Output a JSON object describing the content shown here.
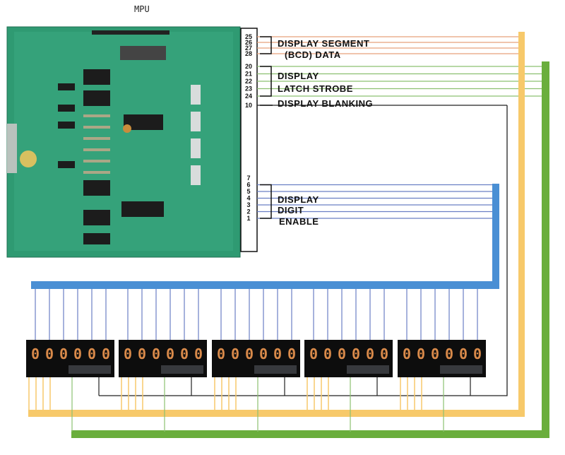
{
  "title": "MPU",
  "colors": {
    "segment_bus": "#f7c96a",
    "segment_wire": "#e8a07a",
    "latch_bus": "#6aae3c",
    "latch_wire": "#8cc070",
    "digit_bus": "#4a8fd4",
    "digit_wire": "#6a7fc4",
    "blanking_wire": "#222222",
    "pcb": "#2f9a72"
  },
  "connector": {
    "groups": [
      {
        "name": "display-segment-bcd-data",
        "pins": [
          "25",
          "26",
          "27",
          "28"
        ],
        "label_lines": [
          "DISPLAY SEGMENT",
          "(BCD) DATA"
        ]
      },
      {
        "name": "display-latch-strobe",
        "pins": [
          "20",
          "21",
          "22",
          "23",
          "24"
        ],
        "label_lines": [
          "DISPLAY",
          "LATCH STROBE"
        ]
      },
      {
        "name": "display-blanking",
        "pins": [
          "10"
        ],
        "label_lines": [
          "DISPLAY BLANKING"
        ]
      },
      {
        "name": "display-digit-enable",
        "pins": [
          "7",
          "6",
          "5",
          "4",
          "3",
          "2",
          "1"
        ],
        "label_lines": [
          "DISPLAY",
          "DIGIT",
          "ENABLE"
        ]
      }
    ]
  },
  "displays": [
    {
      "digits": [
        "0",
        "0",
        "0",
        "0",
        "0",
        "0"
      ]
    },
    {
      "digits": [
        "0",
        "0",
        "0",
        "0",
        "0",
        "0"
      ]
    },
    {
      "digits": [
        "0",
        "0",
        "0",
        "0",
        "0",
        "0"
      ]
    },
    {
      "digits": [
        "0",
        "0",
        "0",
        "0",
        "0",
        "0"
      ]
    },
    {
      "digits": [
        "0",
        "0",
        "0",
        "0",
        "0",
        "0"
      ]
    }
  ]
}
